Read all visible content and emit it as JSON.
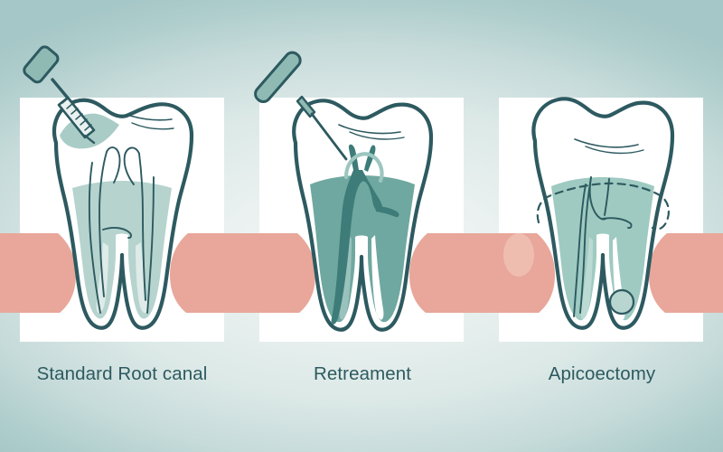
{
  "illustration": {
    "type": "dental-endodontic-procedures-diagram",
    "panel_count": 3
  },
  "colors": {
    "background_center": "#f0f5f4",
    "background_edge": "#a6c7c7",
    "panel_white": "#ffffff",
    "tooth_outline": "#2d5a60",
    "enamel_white": "#ffffff",
    "dentin_light_teal": "#b6d3ce",
    "dentin_mid_teal": "#6fa8a0",
    "canal_filled_dark_teal": "#3d7c78",
    "gum_pink": "#e8a79a",
    "lesion_pink": "#efbdb0",
    "instrument_teal": "#8fbab4",
    "caption_text": "#2d5a60"
  },
  "panels": [
    {
      "id": "standard-root-canal",
      "caption": "Standard Root canal",
      "instrument": "dental-file-reamer",
      "instrument_detail": "spiral fluted bit with rounded rectangular handle",
      "pulp_state": "open canals outlined, light teal dentin",
      "access_cavity": true,
      "markers": []
    },
    {
      "id": "retreament",
      "caption": "Retreament",
      "instrument": "dental-probe-explorer",
      "instrument_detail": "tapered handle with fine needle tip",
      "pulp_state": "dark filled canal material within mid teal dentin",
      "access_cavity": true,
      "markers": [
        "access-opening-arc"
      ]
    },
    {
      "id": "apicoectomy",
      "caption": "Apicoectomy",
      "instrument": "none",
      "instrument_detail": "",
      "pulp_state": "light teal dentin with outlined canals",
      "access_cavity": false,
      "markers": [
        "dashed-incision-line",
        "gum-lesion-bump",
        "resected-root-apex-circle"
      ]
    }
  ],
  "captions": {
    "panel_1": "Standard Root canal",
    "panel_2": "Retreament",
    "panel_3": "Apicoectomy"
  }
}
